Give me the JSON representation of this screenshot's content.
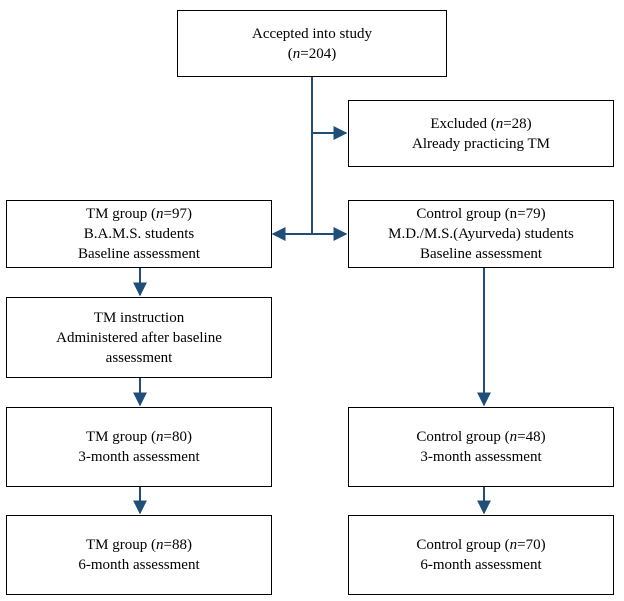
{
  "diagram": {
    "accepted": {
      "lines": [
        {
          "text": "Accepted into study"
        },
        {
          "pre": "(",
          "n": "n",
          "post": "=204)"
        }
      ]
    },
    "excluded": {
      "lines": [
        {
          "pre": "Excluded (",
          "n": "n",
          "post": "=28)"
        },
        {
          "text": "Already practicing TM"
        }
      ]
    },
    "tm_group_baseline": {
      "lines": [
        {
          "pre": "TM group (",
          "n": "n",
          "post": "=97)"
        },
        {
          "text": "B.A.M.S. students"
        },
        {
          "text": "Baseline assessment"
        }
      ]
    },
    "control_group_baseline": {
      "lines": [
        {
          "text": "Control group (n=79)"
        },
        {
          "text": "M.D./M.S.(Ayurveda) students"
        },
        {
          "text": "Baseline assessment"
        }
      ]
    },
    "tm_instruction": {
      "lines": [
        {
          "text": "TM instruction"
        },
        {
          "text": "Administered after baseline"
        },
        {
          "text": "assessment"
        }
      ]
    },
    "tm_group_3month": {
      "lines": [
        {
          "pre": "TM group (",
          "n": "n",
          "post": "=80)"
        },
        {
          "text": "3-month assessment"
        }
      ]
    },
    "control_group_3month": {
      "lines": [
        {
          "pre": "Control group (",
          "n": "n",
          "post": "=48)"
        },
        {
          "text": "3-month assessment"
        }
      ]
    },
    "tm_group_6month": {
      "lines": [
        {
          "pre": "TM group (",
          "n": "n",
          "post": "=88)"
        },
        {
          "text": "6-month assessment"
        }
      ]
    },
    "control_group_6month": {
      "lines": [
        {
          "pre": "Control group (",
          "n": "n",
          "post": "=70)"
        },
        {
          "text": "6-month assessment"
        }
      ]
    }
  },
  "colors": {
    "connector": "#1f4e79",
    "border": "#000000",
    "text": "#000000"
  }
}
